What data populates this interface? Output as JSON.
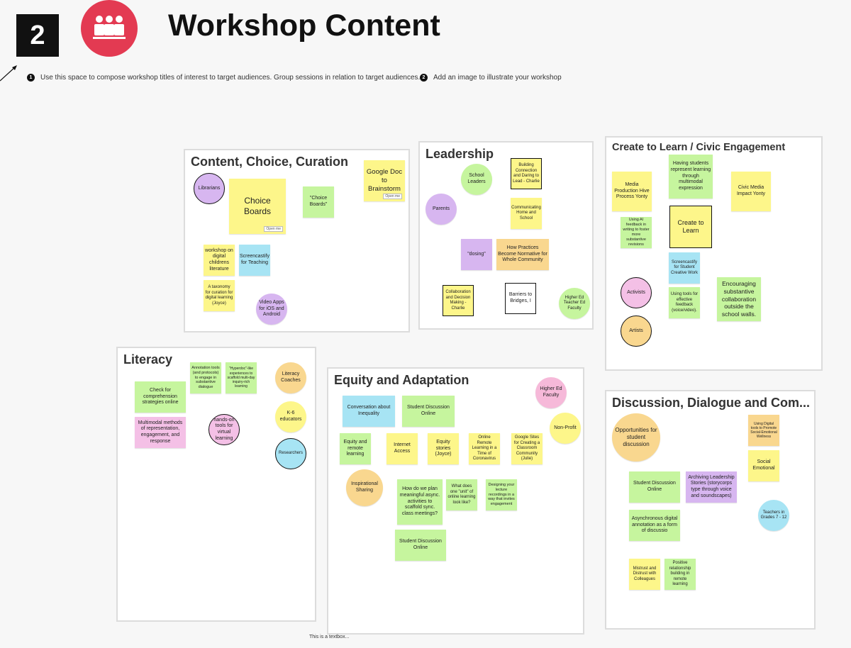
{
  "header": {
    "step_number": "2",
    "title": "Workshop Content",
    "instruction_1_num": "1",
    "instruction_1": "Use this space to compose workshop titles of interest to target audiences. Group sessions in relation to target audiences.",
    "instruction_2_num": "2",
    "instruction_2": "Add an image to illustrate your workshop"
  },
  "open_me": "Open me",
  "footer_textbox": "This is a textbox...",
  "colors": {
    "accent": "#e33a52",
    "yellow": "#fdf68a",
    "green": "#c6f59e",
    "blue": "#a7e4f4",
    "purple": "#d7b6f0",
    "orange": "#f9d78f",
    "pink": "#f4c0e6"
  },
  "frames": {
    "content": {
      "title": "Content, Choice, Curation",
      "notes": {
        "librarians": "Librarians",
        "choice_boards": "Choice Boards",
        "choice_boards_q": "\"Choice Boards\"",
        "google_doc": "Google Doc to Brainstorm",
        "workshop_digital": "workshop on digital childrens literature",
        "screencastify": "Screencastify for Teaching",
        "taxonomy": "A taxonomy for curation for digital learning (Joyce)",
        "video_apps": "Video Apps for iOS and Android"
      }
    },
    "leadership": {
      "title": "Leadership",
      "notes": {
        "school_leaders": "School Leaders",
        "building_connection": "Building Connection and Daring to Lead - Charlie",
        "parents": "Parents",
        "communicating": "Communicating Home and School",
        "dosing": "\"dosing\"",
        "how_practices": "How Practices Become Normative for Whole Community",
        "collaboration": "Collaboration and Decision Making - Charlie",
        "barriers": "Barriers to Bridges, I",
        "higher_ed": "Higher Ed Teacher Ed Faculty"
      }
    },
    "create": {
      "title": "Create to Learn / Civic Engagement",
      "notes": {
        "media_production": "Media Production Hive Process Yonty",
        "having_students": "Having students represent learning through multimodal expression",
        "civic_media": "Civic Media Impact Yonty",
        "using_ai": "Using AI feedback in writing to foster more substantive revisions",
        "create_to_learn": "Create to Learn",
        "screencastify_student": "Screencastify for Student Creative Work",
        "activists": "Activists",
        "using_tools": "Using tools for effective feedback (voice/video).",
        "encouraging": "Encouraging substantive collaboration outside the school walls.",
        "artists": "Artists"
      }
    },
    "literacy": {
      "title": "Literacy",
      "notes": {
        "annotation": "Annotation tools (and protocols) to engage in substantive dialogue",
        "hyperdoc": "\"Hyperdoc\"-like experiences to scaffold multi-day inquiry-rich learning",
        "literacy_coaches": "Literacy Coaches",
        "check_comprehension": "Check for comprehension strategies online",
        "k6": "K-6 educators",
        "multimodal": "Multimodal methods of representation, engagement, and response",
        "hands_on": "hands-on tools for virtual learning",
        "researchers": "Researchers"
      }
    },
    "equity": {
      "title": "Equity and Adaptation",
      "notes": {
        "higher_ed_faculty": "Higher Ed Faculty",
        "conversation": "Conversation about Inequality",
        "student_discussion_1": "Student Discussion Online",
        "non_profit": "Non-Profit",
        "equity_remote": "Equity and remote learning",
        "internet": "Internet Access",
        "equity_stories": "Equity stories (Joyce)",
        "online_remote": "Online Remote Learning in a Time of Coronavirus",
        "google_sites": "Google Sites for Creating a Classroom Community (Julie)",
        "inspirational": "Inspirational Sharing",
        "how_plan": "How do we plan meaningful async. activities to scaffold sync. class meetings?",
        "what_unit": "What does one \"unit\" of online learning look like?",
        "designing": "Designing your lecture recordings in a way that invites engagement",
        "student_discussion_2": "Student Discussion Online"
      }
    },
    "discussion": {
      "title": "Discussion, Dialogue and Com...",
      "notes": {
        "opportunities": "Opportunities for student discussion",
        "using_digital": "Using Digital tools to Promote Social-Emotional Wellness",
        "social_emotional": "Social Emotional",
        "student_discussion": "Student Discussion Online",
        "archiving": "Archiving Leadership Stories (storycorps type through voice and soundscapes)",
        "teachers_grades": "Teachers in Grades 7 - 12",
        "asynchronous": "Asynchronous digital annotation as a form of discussio",
        "mistrust": "Mistrust and Distrust with Colleagues",
        "positive": "Positive relationship building in remote learning"
      }
    }
  }
}
